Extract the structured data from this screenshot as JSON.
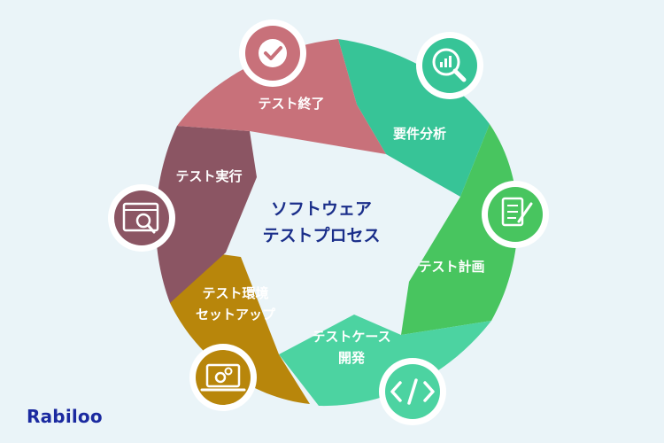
{
  "center": {
    "line1": "ソフトウェア",
    "line2": "テストプロセス"
  },
  "stages": {
    "requirements": {
      "label": "要件分析",
      "color": "#37c497",
      "icon": "magnifier-chart-icon"
    },
    "planning": {
      "label": "テスト計画",
      "color": "#48c55f",
      "icon": "clipboard-checklist-icon"
    },
    "case_dev": {
      "label1": "テストケース",
      "label2": "開発",
      "color": "#4cd3a1",
      "icon": "code-brackets-icon"
    },
    "env_setup": {
      "label1": "テスト環境",
      "label2": "セットアップ",
      "color": "#b8860b",
      "icon": "laptop-gears-icon"
    },
    "execution": {
      "label": "テスト実行",
      "color": "#8b5563",
      "icon": "window-search-icon"
    },
    "closure": {
      "label": "テスト終了",
      "color": "#c8717a",
      "icon": "checkmark-icon"
    }
  },
  "brand": "Rabiloo"
}
